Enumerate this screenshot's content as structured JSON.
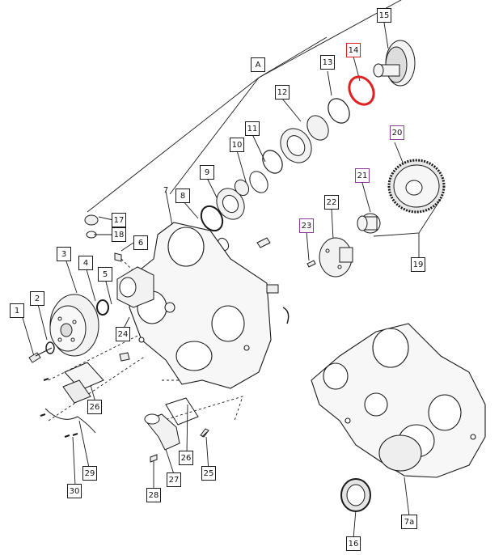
{
  "colors": {
    "line": "#1a1a1a",
    "highlight_red": "#e02020",
    "highlight_purple": "#8a3a9a",
    "background": "#ffffff"
  },
  "callouts": {
    "c1": "1",
    "c2": "2",
    "c3": "3",
    "c4": "4",
    "c5": "5",
    "c6": "6",
    "c7": "7",
    "c7a": "7a",
    "c8": "8",
    "c9": "9",
    "c10": "10",
    "c11": "11",
    "c12": "12",
    "c13": "13",
    "c14": "14",
    "c15": "15",
    "c16": "16",
    "c17": "17",
    "c18": "18",
    "c19": "19",
    "c20": "20",
    "c21": "21",
    "c22": "22",
    "c23": "23",
    "c24": "24",
    "c25": "25",
    "c26a": "26",
    "c26b": "26",
    "c27": "27",
    "c28": "28",
    "c29": "29",
    "c30": "30",
    "cA": "A"
  }
}
